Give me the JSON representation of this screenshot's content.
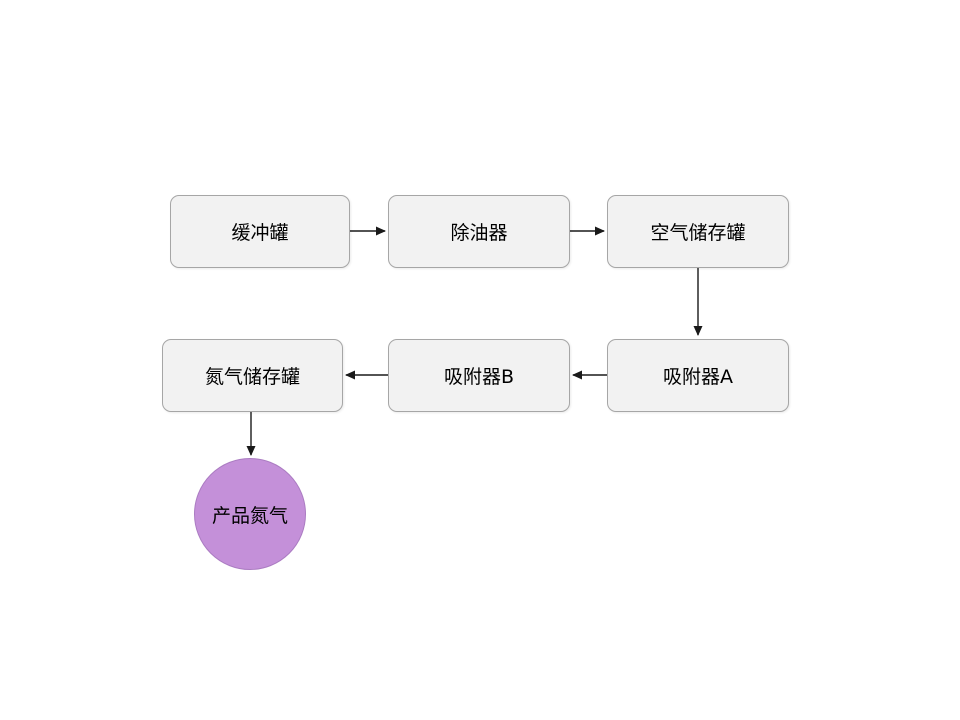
{
  "diagram": {
    "nodes": {
      "buffer_tank": {
        "label": "缓冲罐"
      },
      "oil_remover": {
        "label": "除油器"
      },
      "air_storage_tank": {
        "label": "空气储存罐"
      },
      "adsorber_a": {
        "label": "吸附器A"
      },
      "adsorber_b": {
        "label": "吸附器B"
      },
      "nitrogen_storage_tank": {
        "label": "氮气储存罐"
      },
      "product_nitrogen": {
        "label": "产品氮气"
      }
    },
    "edges": [
      {
        "from": "buffer_tank",
        "to": "oil_remover"
      },
      {
        "from": "oil_remover",
        "to": "air_storage_tank"
      },
      {
        "from": "air_storage_tank",
        "to": "adsorber_a"
      },
      {
        "from": "adsorber_a",
        "to": "adsorber_b"
      },
      {
        "from": "adsorber_b",
        "to": "nitrogen_storage_tank"
      },
      {
        "from": "nitrogen_storage_tank",
        "to": "product_nitrogen"
      }
    ],
    "colors": {
      "box_fill": "#f2f2f2",
      "box_border": "#a6a6a6",
      "circle_fill": "#c490d9",
      "arrow": "#1a1a1a",
      "background": "#ffffff"
    }
  }
}
